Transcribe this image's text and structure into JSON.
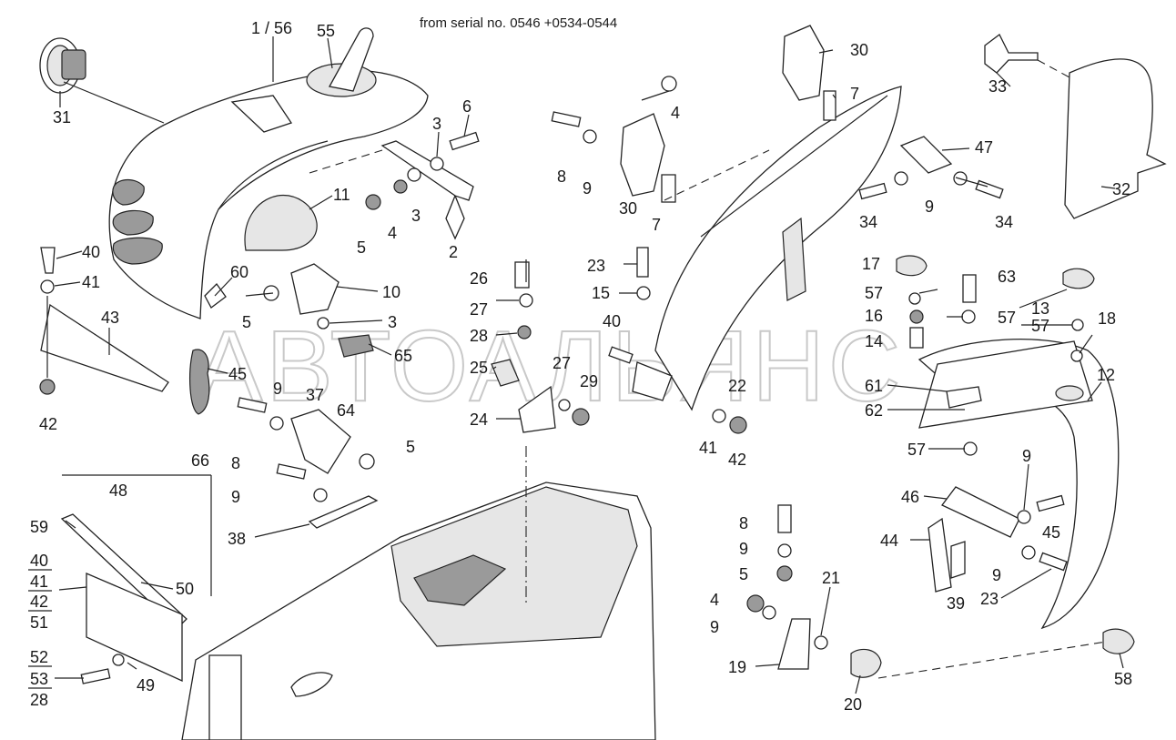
{
  "header": {
    "serial_note": "from serial no. 0546  +0534-0544"
  },
  "watermark": "АВТОАЛЬЯНС",
  "callouts": {
    "c1_56": "1 / 56",
    "c55": "55",
    "c31": "31",
    "c6": "6",
    "c3a": "3",
    "c11": "11",
    "c5a": "5",
    "c4a": "4",
    "c3b": "3",
    "c2": "2",
    "c40a": "40",
    "c41a": "41",
    "c43": "43",
    "c42a": "42",
    "c60": "60",
    "c10": "10",
    "c5b": "5",
    "c3c": "3",
    "c65": "65",
    "c45a": "45",
    "c66": "66",
    "c9a": "9",
    "c37": "37",
    "c64": "64",
    "c5c": "5",
    "c8a": "8",
    "c9b": "9",
    "c38": "38",
    "c48": "48",
    "c59": "59",
    "c50": "50",
    "c49": "49",
    "c40b": "40",
    "c41b": "41",
    "c42b": "42",
    "c51": "51",
    "c52": "52",
    "c53": "53",
    "c28a": "28",
    "c30a": "30",
    "c7a": "7",
    "c4b": "4",
    "c8b": "8",
    "c9c": "9",
    "c30b": "30",
    "c7b": "7",
    "c33": "33",
    "c47": "47",
    "c9d": "9",
    "c34a": "34",
    "c34b": "34",
    "c32": "32",
    "c26": "26",
    "c27a": "27",
    "c28b": "28",
    "c25": "25",
    "c27b": "27",
    "c29": "29",
    "c24": "24",
    "c23a": "23",
    "c15": "15",
    "c40c": "40",
    "c22": "22",
    "c41c": "41",
    "c42c": "42",
    "c17": "17",
    "c63": "63",
    "c57a": "57",
    "c16": "16",
    "c57b": "57",
    "c14": "14",
    "c13": "13",
    "c57c": "57",
    "c18": "18",
    "c12": "12",
    "c61": "61",
    "c62": "62",
    "c57d": "57",
    "c9e": "9",
    "c46": "46",
    "c45b": "45",
    "c44": "44",
    "c9f": "9",
    "c39": "39",
    "c23b": "23",
    "c8c": "8",
    "c9g": "9",
    "c5d": "5",
    "c4c": "4",
    "c9h": "9",
    "c21": "21",
    "c19": "19",
    "c20": "20",
    "c58": "58"
  }
}
